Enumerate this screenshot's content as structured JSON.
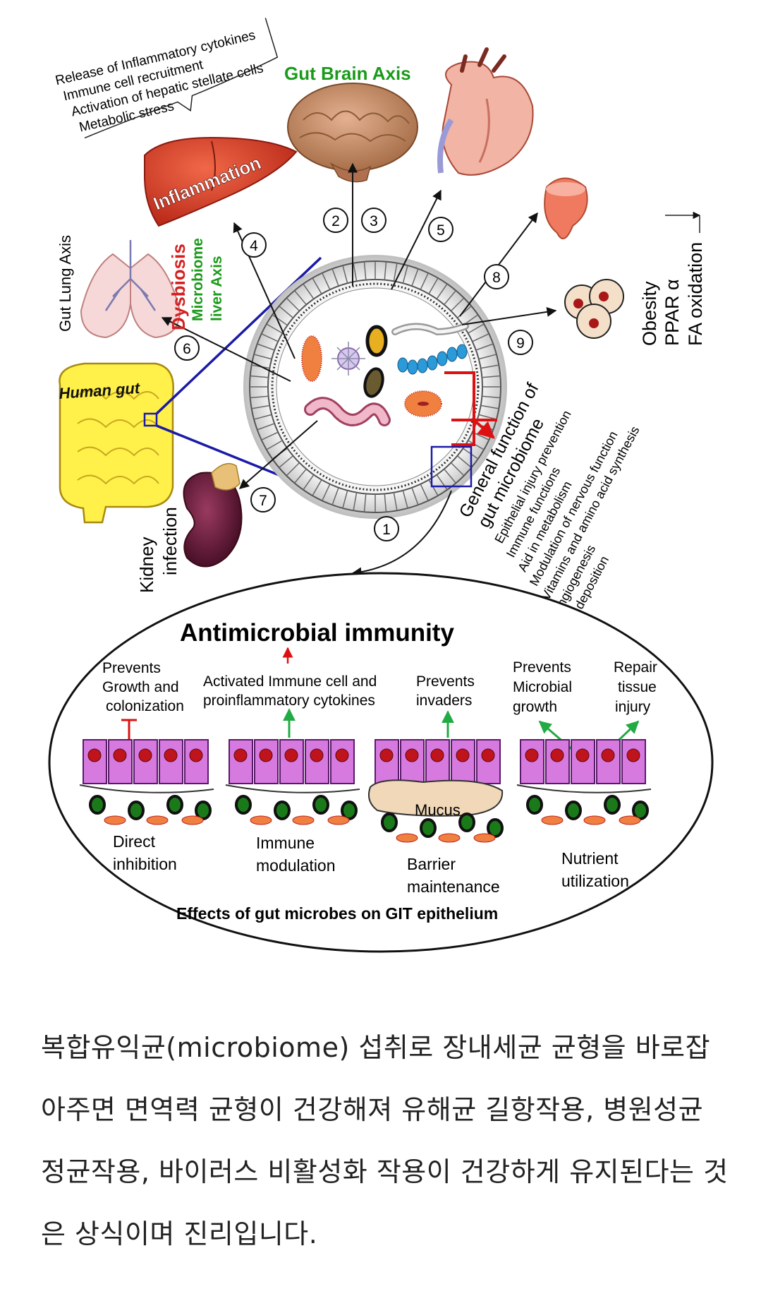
{
  "diagram": {
    "top_labels": {
      "liver_effects": [
        "Release of Inflammatory cytokines",
        "Immune cell recruitment",
        "Activation of hepatic stellate cells",
        "Metabolic stress"
      ],
      "gut_brain_axis": "Gut Brain Axis",
      "inflammation": "Inflammation",
      "dysbiosis": "Dysbiosis",
      "microbiome_liver_axis": [
        "Microbiome",
        "liver Axis"
      ],
      "gut_lung_axis": "Gut Lung Axis",
      "human_gut": "Human gut",
      "kidney_infection": [
        "Kidney",
        "infection"
      ],
      "obesity_labels": [
        "Obesity",
        "PPAR α",
        "FA oxidation"
      ]
    },
    "numbers": [
      "1",
      "2",
      "3",
      "4",
      "5",
      "6",
      "7",
      "8",
      "9"
    ],
    "general_function": {
      "title": [
        "General function of",
        "gut microbiome"
      ],
      "items": [
        "Epithelial injury prevention",
        "Immune functions",
        "Aid in metabolism",
        "Modulation of nervous function",
        "Vitamins and amino acid synthesis",
        "Angiogenesis",
        "Fat deposition"
      ]
    },
    "immunity": {
      "title": "Antimicrobial immunity",
      "footer": "Effects of  gut microbes on GIT epithelium",
      "top_texts": {
        "prevents_growth": [
          "Prevents",
          "Growth and",
          "colonization"
        ],
        "activated": [
          "Activated Immune cell  and",
          "proinflammatory cytokines"
        ],
        "prevents_invaders": [
          "Prevents",
          "invaders"
        ],
        "prevents_microbial": [
          "Prevents",
          "Microbial",
          "growth"
        ],
        "repair": [
          "Repair",
          "tissue",
          "injury"
        ]
      },
      "panels": [
        {
          "label": [
            "Direct",
            "inhibition"
          ]
        },
        {
          "label": [
            "Immune",
            "modulation"
          ]
        },
        {
          "label": [
            "Barrier",
            "maintenance"
          ],
          "extra": "Mucus"
        },
        {
          "label": [
            "Nutrient",
            "utilization"
          ]
        }
      ]
    }
  },
  "caption": "복합유익균(microbiome) 섭취로 장내세균 균형을 바로잡아주면 면역력 균형이 건강해져 유해균 길항작용, 병원성균 정균작용, 바이러스 비활성화 작용이 건강하게 유지된다는 것은 상식이며 진리입니다.",
  "colors": {
    "green_label": "#1a9a1a",
    "dysbiosis_red": "#d42020",
    "blue_lines": "#1a1aa8",
    "cell_purple": "#d77ae0",
    "nucleus_red": "#c0141c",
    "bacteria_green": "#1a7a1a"
  }
}
